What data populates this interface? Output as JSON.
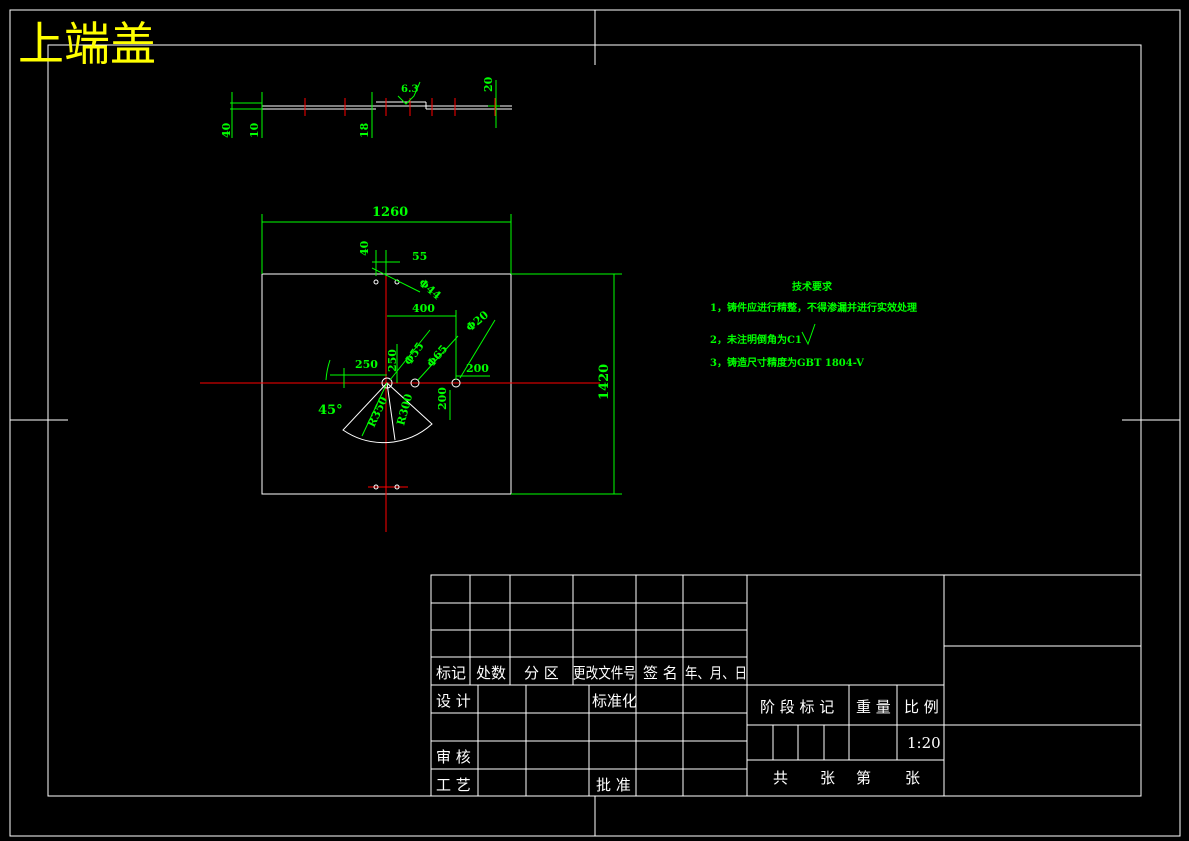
{
  "title": "上端盖",
  "tech_requirements": {
    "heading": "技术要求",
    "items": [
      "1，铸件应进行精整，不得渗漏并进行实效处理",
      "2，未注明倒角为C1",
      "3，铸造尺寸精度为GBT 1804-V"
    ]
  },
  "dimensions": {
    "side_view": [
      "40",
      "10",
      "18",
      "20",
      "6.3"
    ],
    "plan_view": [
      "1260",
      "1420",
      "40",
      "55",
      "Φ44",
      "400",
      "Φ20",
      "250",
      "250",
      "Φ55",
      "Φ65",
      "200",
      "200",
      "45°",
      "R350",
      "R300"
    ]
  },
  "title_block": {
    "header_labels": [
      "标记",
      "处数",
      "分 区",
      "更改文件号",
      "签 名",
      "年、月、日"
    ],
    "row_labels": [
      "设 计",
      "标准化",
      "审 核",
      "工 艺",
      "批 准"
    ],
    "stage_label": "阶 段 标 记",
    "weight_label": "重 量",
    "scale_label": "比 例",
    "scale_value": "1:20",
    "sheet_label": [
      "共",
      "张",
      "第",
      "张"
    ]
  }
}
